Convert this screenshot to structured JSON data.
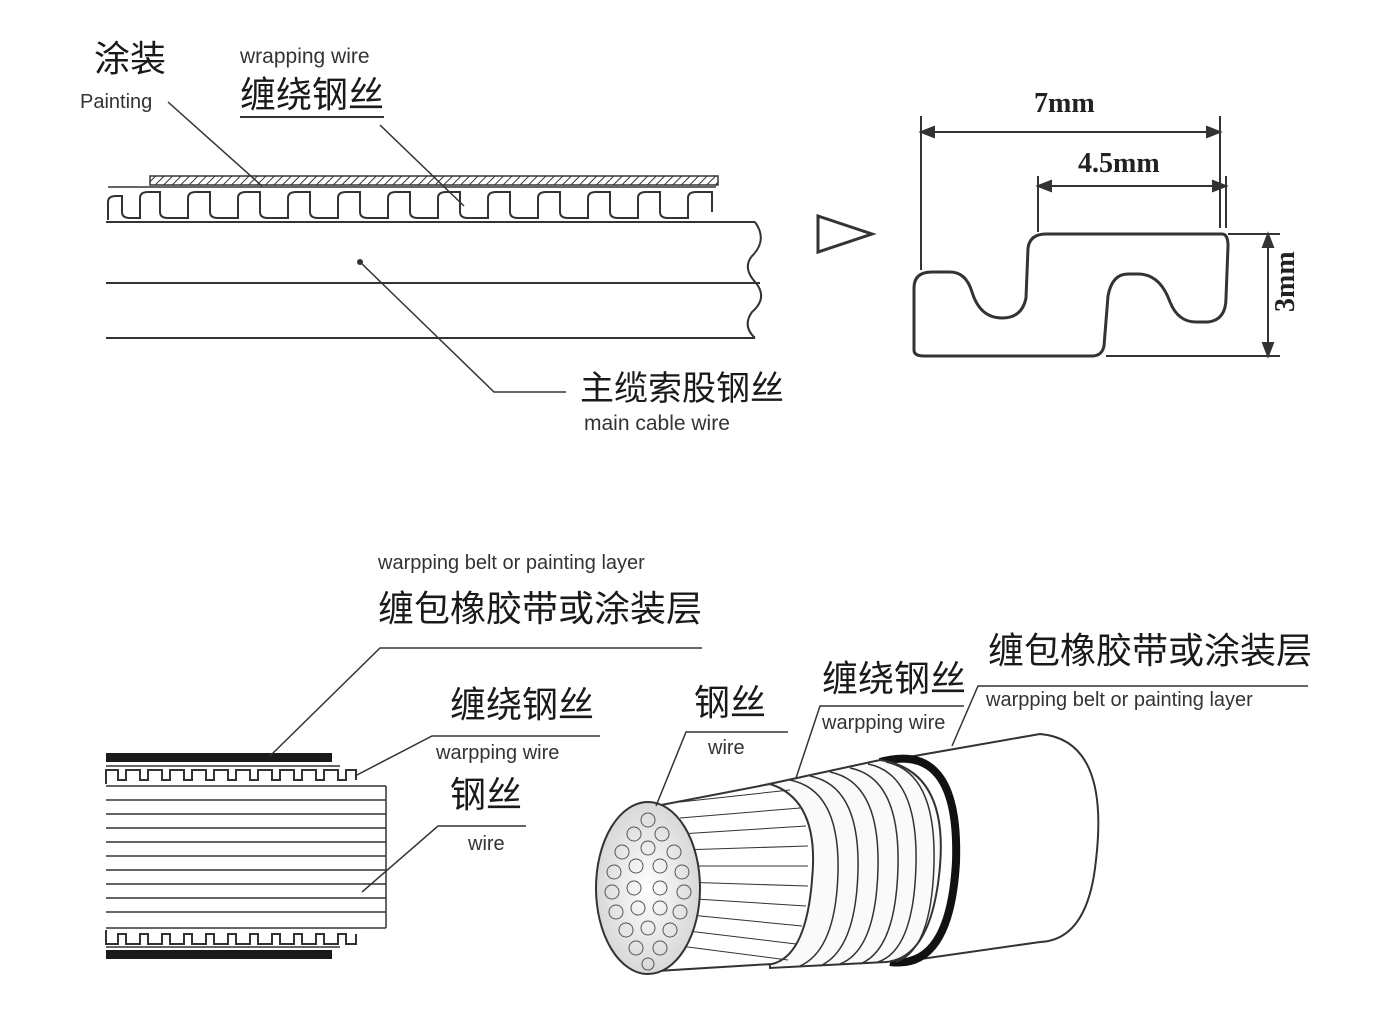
{
  "top": {
    "painting_zh": "涂装",
    "painting_en": "Painting",
    "wrapping_en": "wrapping wire",
    "wrapping_zh": "缠绕钢丝",
    "main_zh": "主缆索股钢丝",
    "main_en": "main cable wire"
  },
  "profile": {
    "dim_total": "7mm",
    "dim_pitch": "4.5mm",
    "dim_height": "3mm"
  },
  "bottom_left": {
    "layer_en": "warpping belt or painting layer",
    "layer_zh": "缠包橡胶带或涂装层",
    "wrap_zh": "缠绕钢丝",
    "wrap_en": "warpping wire",
    "wire_zh": "钢丝",
    "wire_en": "wire"
  },
  "bottom_right": {
    "wire_zh": "钢丝",
    "wire_en": "wire",
    "wrap_zh": "缠绕钢丝",
    "wrap_en": "warpping wire",
    "layer_zh": "缠包橡胶带或涂装层",
    "layer_en": "warpping belt or painting layer"
  }
}
